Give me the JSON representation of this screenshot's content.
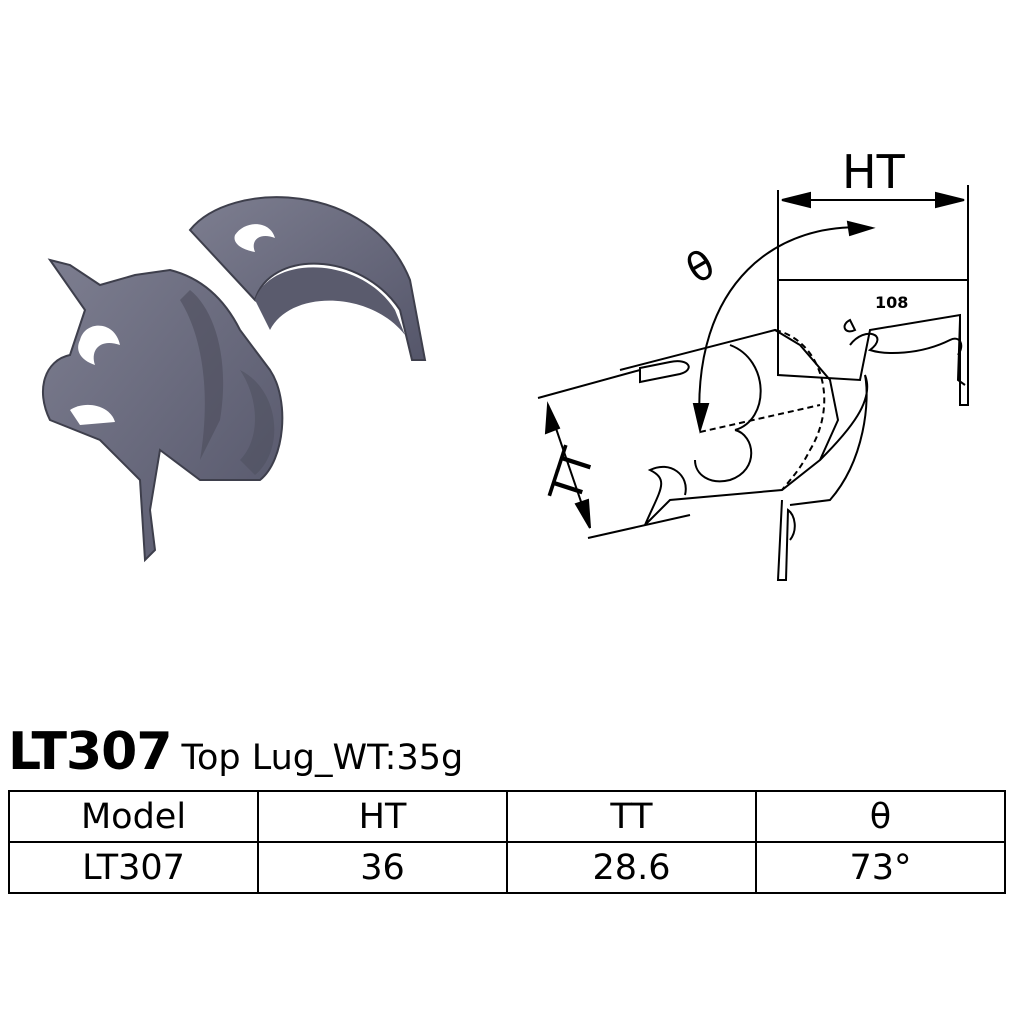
{
  "drawing": {
    "ht_label": "HT",
    "tt_label": "TT",
    "theta_label": "θ",
    "stamp": "108"
  },
  "heading": {
    "model_code": "LT307",
    "subtitle": "Top Lug_WT:35g"
  },
  "spec_table": {
    "headers": [
      "Model",
      "HT",
      "TT",
      "θ"
    ],
    "row": [
      "LT307",
      "36",
      "28.6",
      "73°"
    ]
  },
  "colors": {
    "part_fill": "#6e6f80",
    "part_shadow": "#4c4d5c",
    "line": "#000000"
  }
}
